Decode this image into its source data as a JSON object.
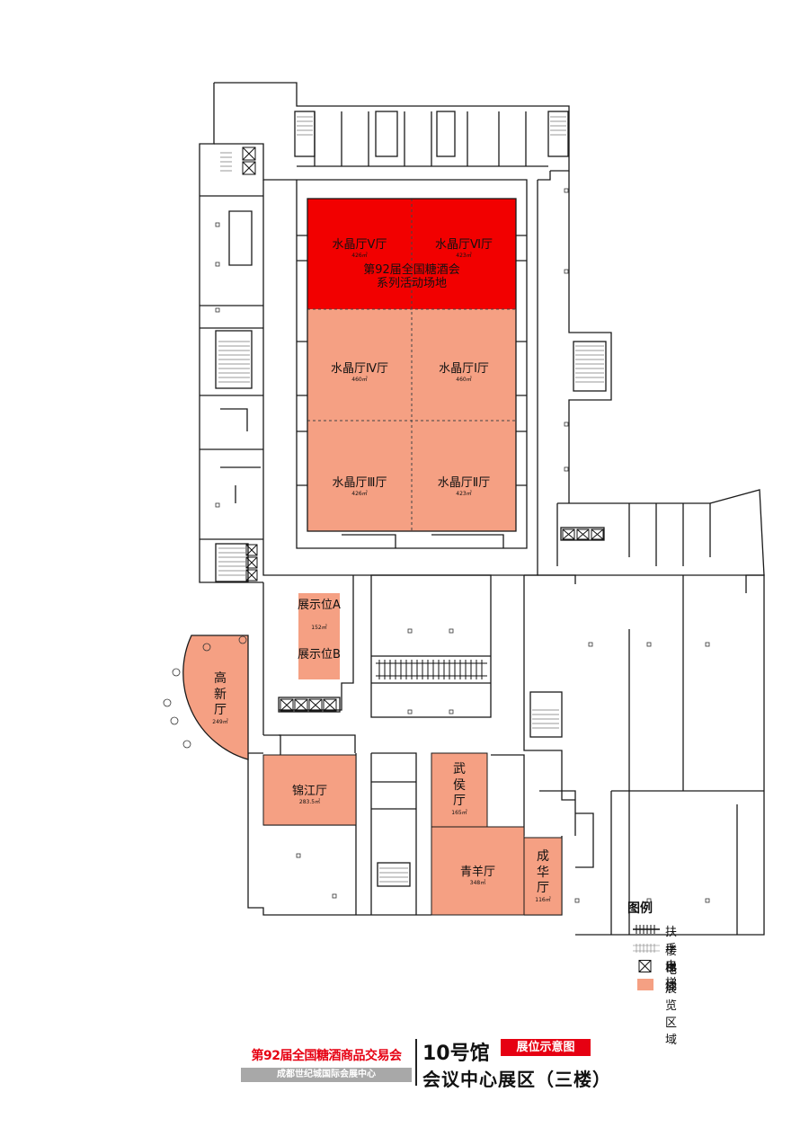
{
  "rooms": {
    "crystal_v": {
      "name": "水晶厅Ⅴ厅",
      "area": "426㎡"
    },
    "crystal_vi": {
      "name": "水晶厅Ⅵ厅",
      "area": "423㎡"
    },
    "event_area": {
      "line1": "第92届全国糖酒会",
      "line2": "系列活动场地"
    },
    "crystal_iv": {
      "name": "水晶厅Ⅳ厅",
      "area": "460㎡"
    },
    "crystal_i": {
      "name": "水晶厅Ⅰ厅",
      "area": "460㎡"
    },
    "crystal_iii": {
      "name": "水晶厅Ⅲ厅",
      "area": "426㎡"
    },
    "crystal_ii": {
      "name": "水晶厅Ⅱ厅",
      "area": "423㎡"
    },
    "booth": {
      "a": "展示位A",
      "b": "展示位B",
      "area": "152㎡"
    },
    "gaoxin": {
      "name": "高新厅",
      "area": "249㎡"
    },
    "jinjiang": {
      "name": "锦江厅",
      "area": "283.5㎡"
    },
    "wuhou": {
      "name": "武侯厅",
      "area": "165㎡"
    },
    "qingyang": {
      "name": "青羊厅",
      "area": "348㎡"
    },
    "chenghua": {
      "name": "成华厅",
      "area": "116㎡"
    }
  },
  "colors": {
    "event_red": "#f20000",
    "exhibit_salmon": "#f5a083",
    "wall": "#1a1a1a",
    "brand_red": "#e60012"
  },
  "legend": {
    "title": "图例",
    "items": [
      {
        "icon": "escalator-icon",
        "label": "扶手电梯"
      },
      {
        "icon": "stairs-icon",
        "label": "楼梯"
      },
      {
        "icon": "elevator-icon",
        "label": "电梯"
      },
      {
        "icon": "exhibit-area-swatch",
        "label": "展览区域"
      }
    ]
  },
  "footer": {
    "event": "第92届全国糖酒商品交易会",
    "venue": "成都世纪城国际会展中心",
    "hall": "10号馆",
    "badge": "展位示意图",
    "zone": "会议中心展区（三楼）"
  }
}
